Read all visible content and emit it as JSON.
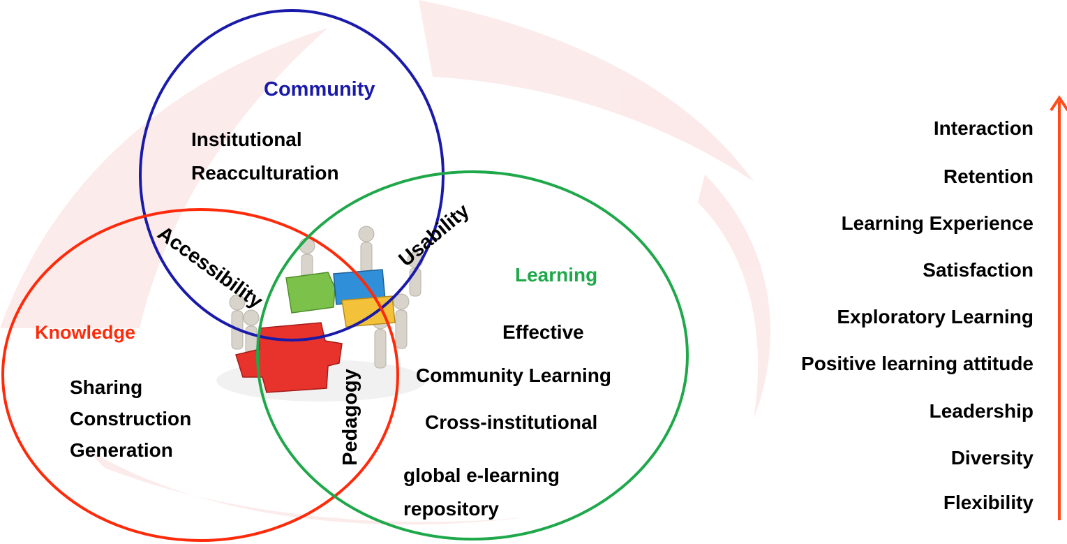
{
  "colors": {
    "community": "#1a1aaa",
    "knowledge": "#ff2a0a",
    "learning": "#1ea84a",
    "arrow": "#ff4a1a",
    "text": "#000000"
  },
  "circles": {
    "community": {
      "title": "Community",
      "lines": [
        "Institutional",
        "Reacculturation"
      ]
    },
    "knowledge": {
      "title": "Knowledge",
      "lines": [
        "Sharing",
        "Construction",
        "Generation"
      ]
    },
    "learning": {
      "title": "Learning",
      "lines": [
        "Effective",
        "Community Learning",
        "Cross-institutional",
        "global e-learning",
        "repository"
      ]
    }
  },
  "overlaps": {
    "accessibility": "Accessibility",
    "usability": "Usability",
    "pedagogy": "Pedagogy"
  },
  "center_image": {
    "icon": "puzzle-team-icon"
  },
  "outcomes": [
    "Interaction",
    "Retention",
    "Learning Experience",
    "Satisfaction",
    "Exploratory Learning",
    "Positive learning attitude",
    "Leadership",
    "Diversity",
    "Flexibility"
  ]
}
